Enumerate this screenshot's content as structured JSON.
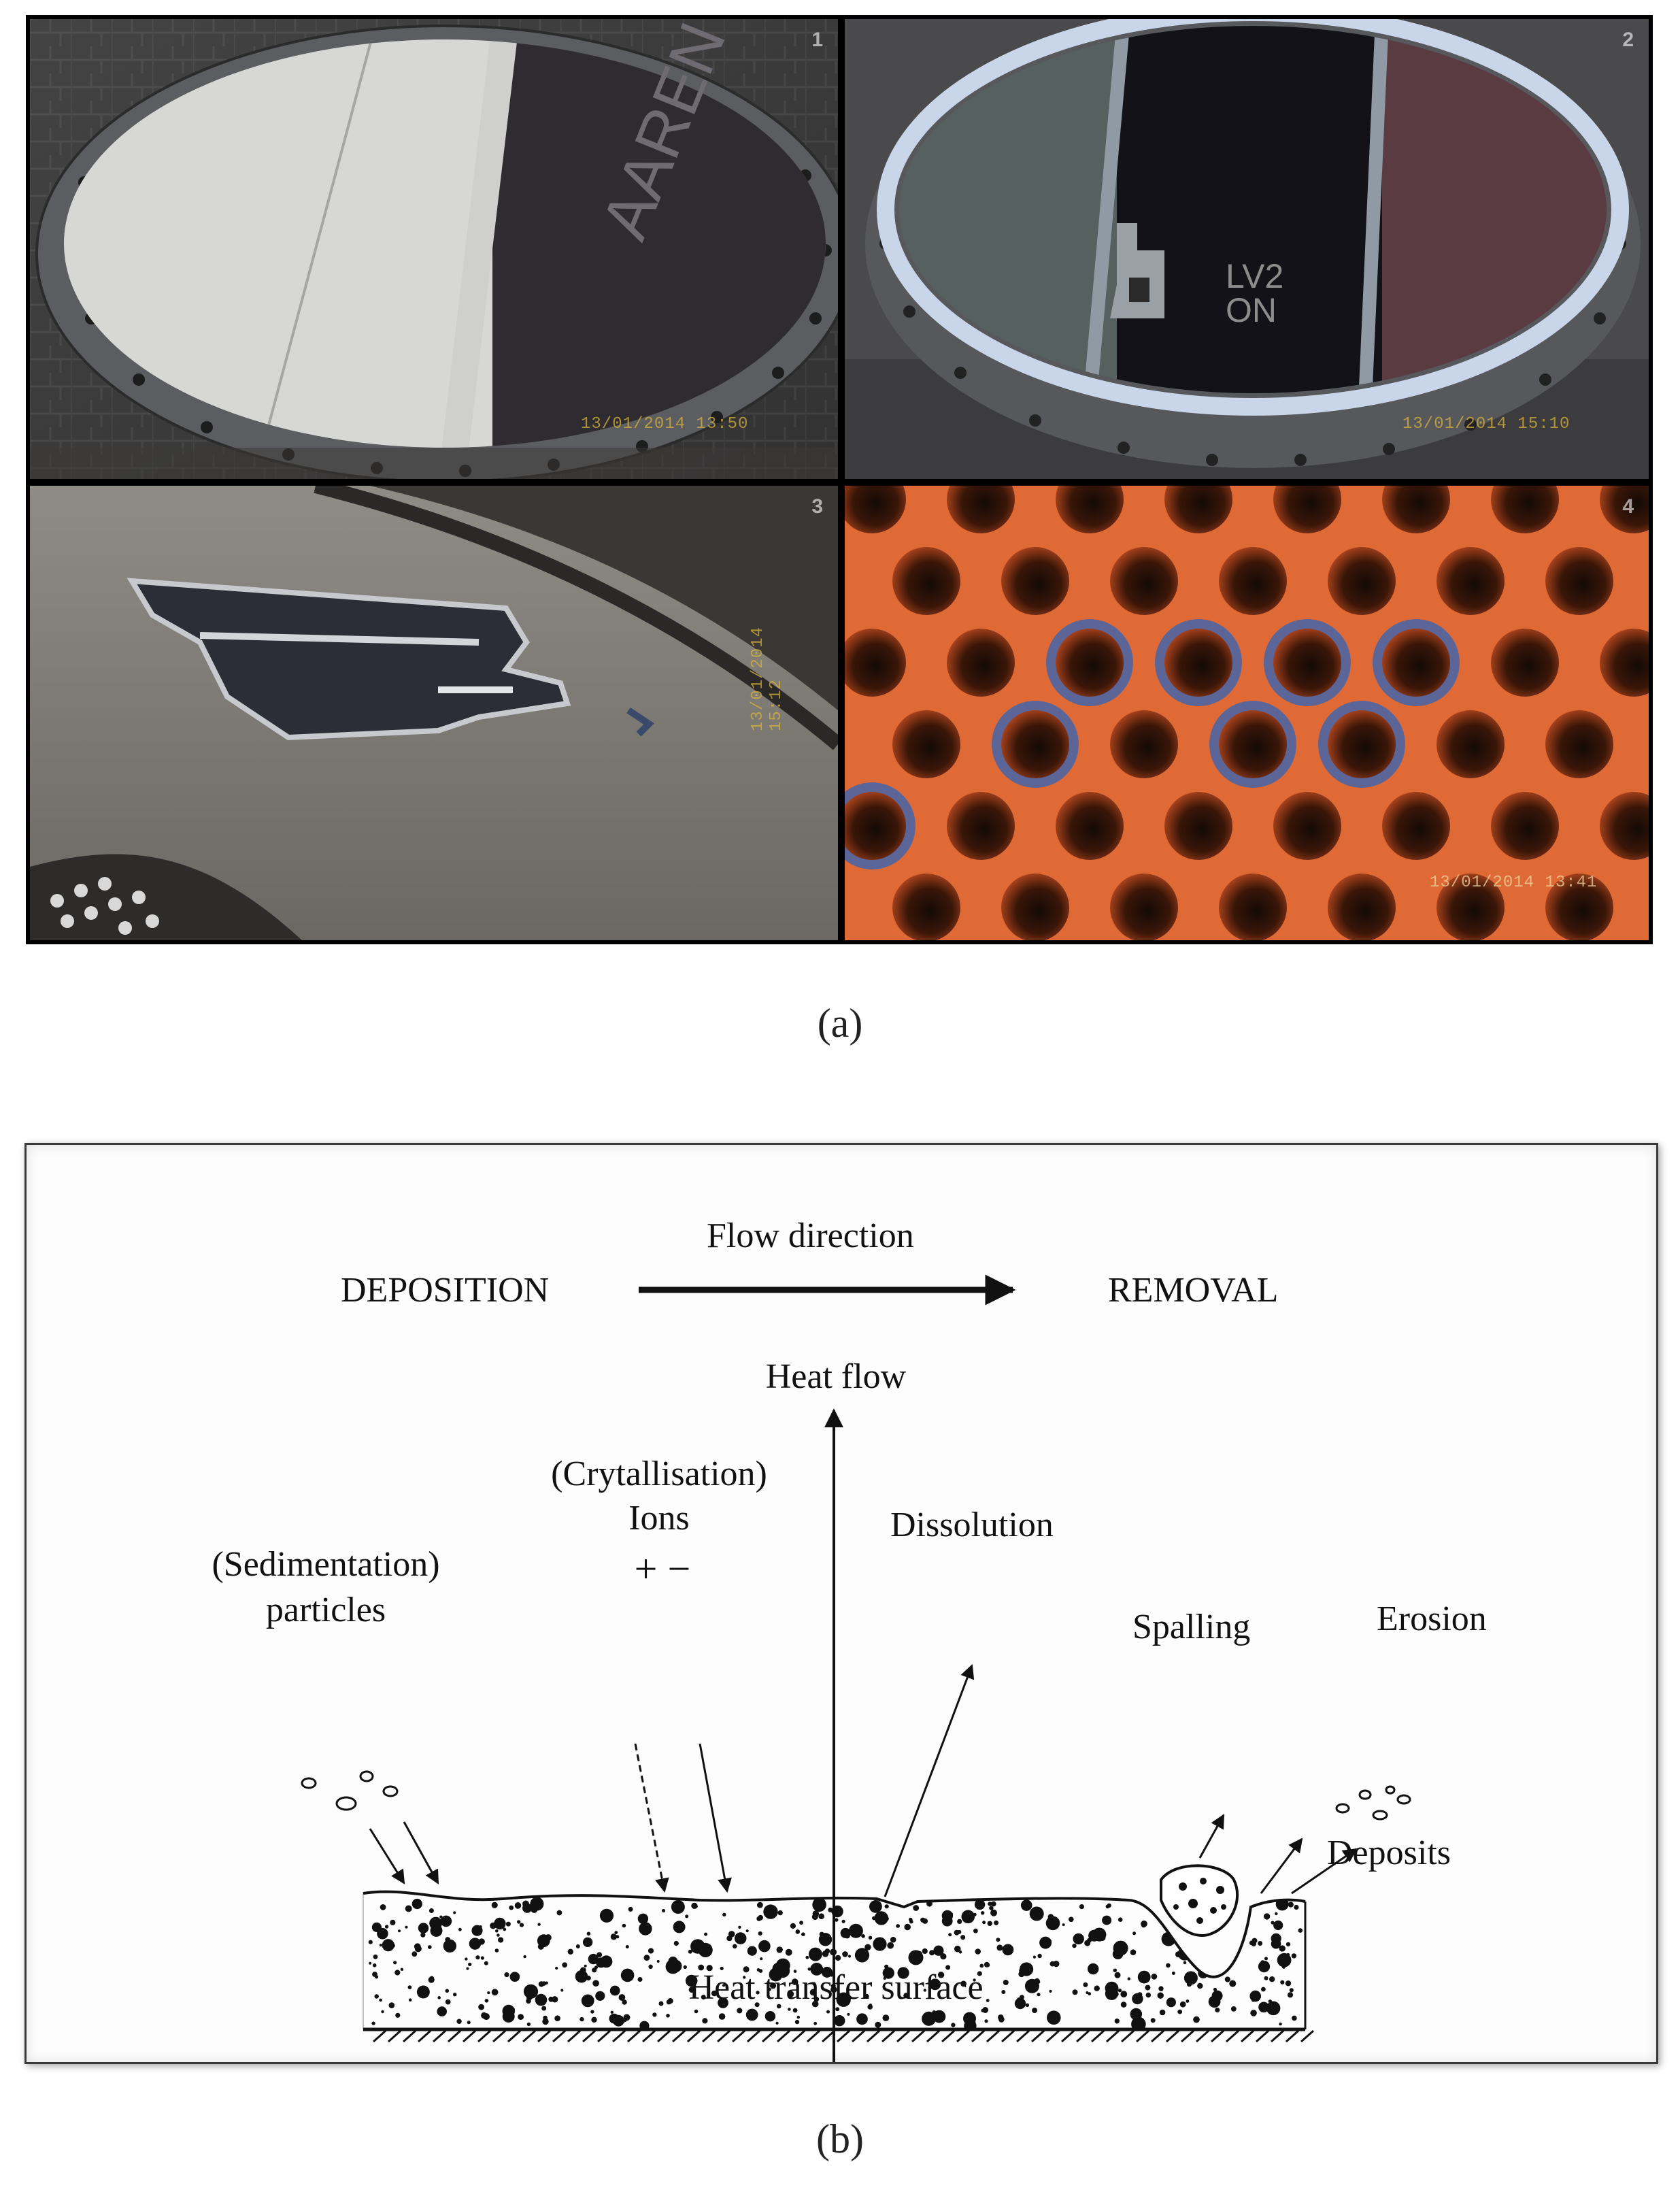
{
  "panel_a": {
    "photos": [
      {
        "number": "1",
        "stamp": "13/01/2014 13:50",
        "overlay_text": "AAREN",
        "subject": "tube-sheet-cover-partial-coating"
      },
      {
        "number": "2",
        "stamp": "13/01/2014 15:10",
        "overlay_text": "LV2\nON",
        "subject": "tube-sheet-cover-full-deposit"
      },
      {
        "number": "3",
        "stamp": "13/01/2014 15:12",
        "subject": "spalled-deposit-patch"
      },
      {
        "number": "4",
        "stamp": "13/01/2014 13:41",
        "subject": "tube-holes-deposit-rings"
      }
    ],
    "caption": "(a)"
  },
  "panel_b": {
    "flow_direction": "Flow direction",
    "deposition": "DEPOSITION",
    "removal": "REMOVAL",
    "heat_flow": "Heat flow",
    "crystallisation": "(Crytallisation)",
    "ions": "Ions",
    "ion_signs": "+ −",
    "sedimentation": "(Sedimentation)",
    "particles": "particles",
    "dissolution": "Dissolution",
    "spalling": "Spalling",
    "erosion": "Erosion",
    "deposits": "Deposits",
    "heat_transfer_surface": "Heat transfer surface",
    "caption": "(b)"
  },
  "colors": {
    "ink": "#111111",
    "stamp": "#d9b23c",
    "tube_sheet_orange": "#e06a35"
  }
}
